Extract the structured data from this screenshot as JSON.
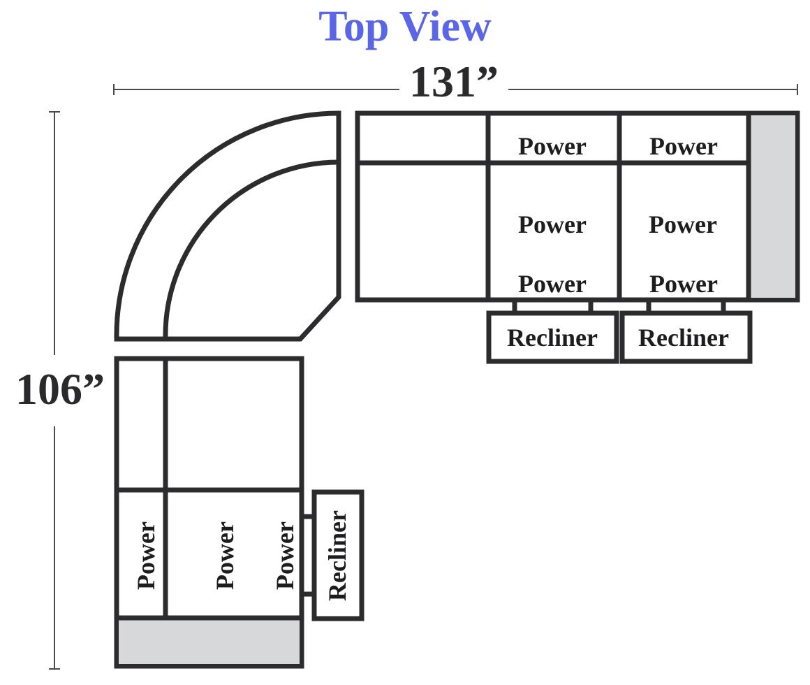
{
  "title": "Top View",
  "colors": {
    "title": "#5b66e6",
    "outline": "#2c2c2e",
    "arm_fill": "#d7d8da",
    "background": "#ffffff"
  },
  "dimensions": {
    "width": "131”",
    "depth": "106”"
  },
  "right_section": {
    "top_row": [
      "Power",
      "Power"
    ],
    "middle_row": [
      "Power",
      "Power"
    ],
    "bottom_row": [
      "Power",
      "Power"
    ],
    "recliners": [
      "Recliner",
      "Recliner"
    ]
  },
  "left_section": {
    "seat_labels": [
      "Power",
      "Power",
      "Power"
    ],
    "recliner": "Recliner"
  }
}
